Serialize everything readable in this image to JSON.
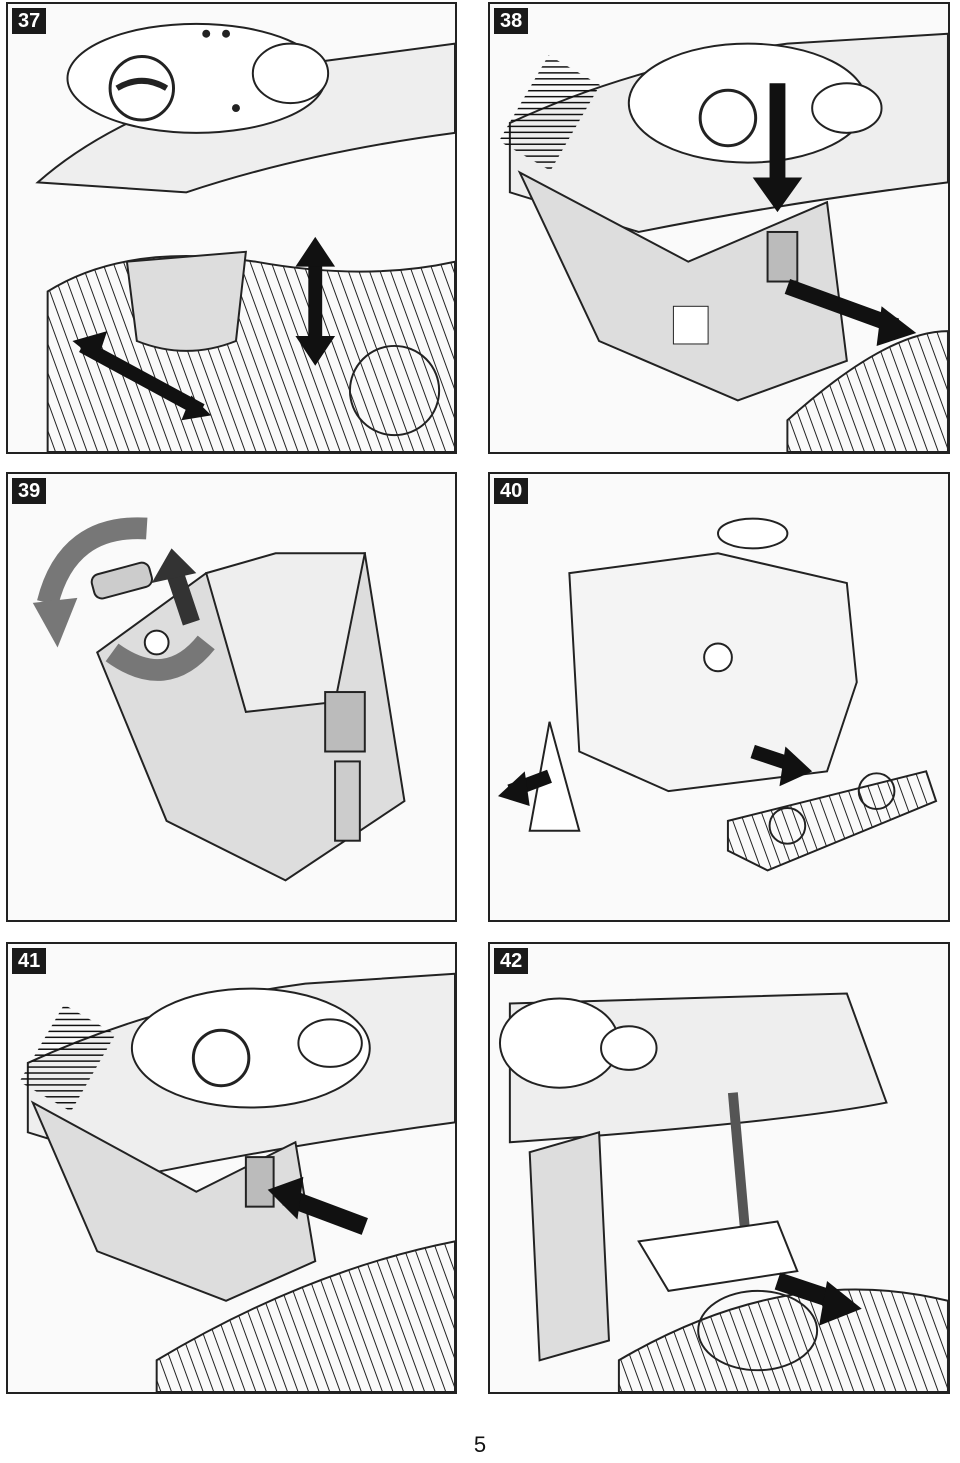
{
  "figures": [
    {
      "number": "37"
    },
    {
      "number": "38"
    },
    {
      "number": "39"
    },
    {
      "number": "40"
    },
    {
      "number": "41"
    },
    {
      "number": "42"
    }
  ],
  "page_number": "5"
}
